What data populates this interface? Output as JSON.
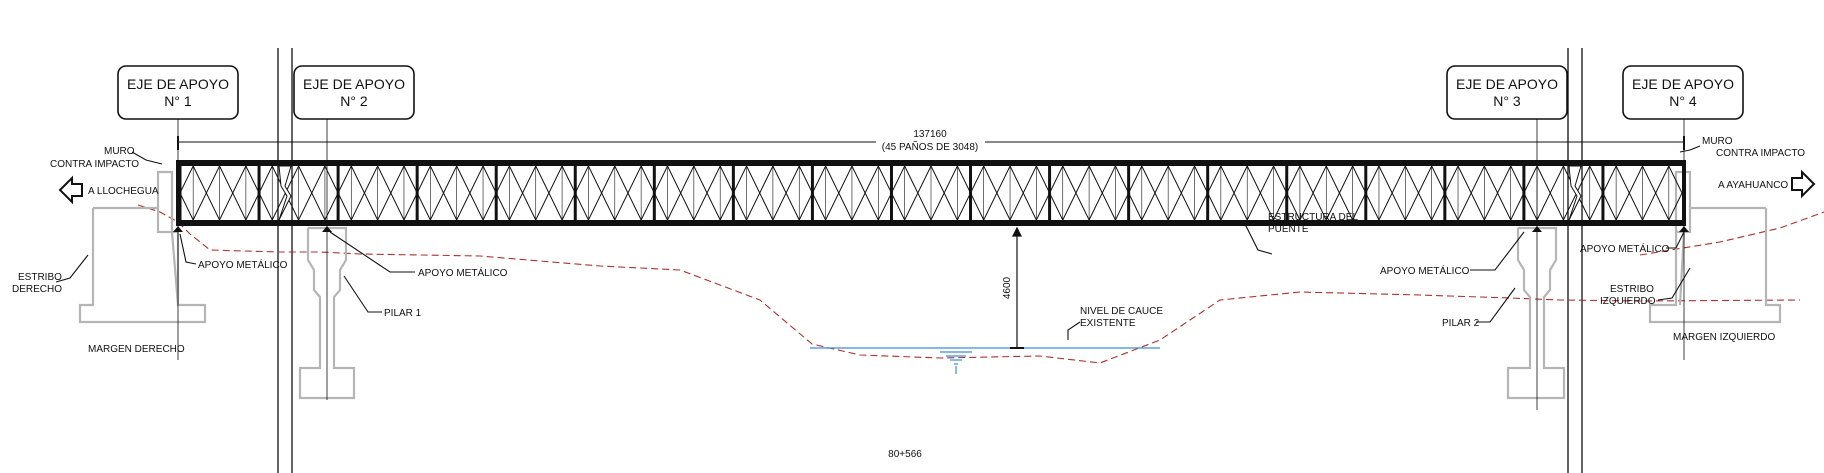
{
  "supports": {
    "s1": {
      "line1": "EJE DE APOYO",
      "line2": "N° 1"
    },
    "s2": {
      "line1": "EJE DE APOYO",
      "line2": "N° 2"
    },
    "s3": {
      "line1": "EJE DE APOYO",
      "line2": "N° 3"
    },
    "s4": {
      "line1": "EJE DE APOYO",
      "line2": "N° 4"
    }
  },
  "span": {
    "length": "137160",
    "panels": "(45 PAÑOS DE 3048)"
  },
  "left": {
    "wall_line1": "MURO",
    "wall_line2": "CONTRA IMPACTO",
    "direction": "A LLOCHEGUA",
    "abutment_line1": "ESTRIBO",
    "abutment_line2": "DERECHO",
    "bearing": "APOYO METÁLICO",
    "bank": "MARGEN DERECHO"
  },
  "right": {
    "wall_line1": "MURO",
    "wall_line2": "CONTRA IMPACTO",
    "direction": "A AYAHUANCO",
    "abutment_line1": "ESTRIBO",
    "abutment_line2": "IZQUIERDO",
    "bearing": "APOYO METÁLICO",
    "bank": "MARGEN IZQUIERDO"
  },
  "pier1": {
    "bearing": "APOYO METÁLICO",
    "name": "PILAR 1"
  },
  "pier2": {
    "bearing": "APOYO METÁLICO",
    "name": "PILAR 2"
  },
  "structure": {
    "line1": "ESTRUCTURA DEL",
    "line2": "PUENTE"
  },
  "clearance": "4600",
  "riverbed": {
    "line1": "NIVEL DE CAUCE",
    "line2": "EXISTENTE"
  },
  "station": "80+566",
  "colors": {
    "line": "#111111",
    "concrete": "#b5b5b5",
    "terrain": "#b03030",
    "water": "#3a8fd8"
  },
  "truss": {
    "panels": 45,
    "modules": 19
  }
}
